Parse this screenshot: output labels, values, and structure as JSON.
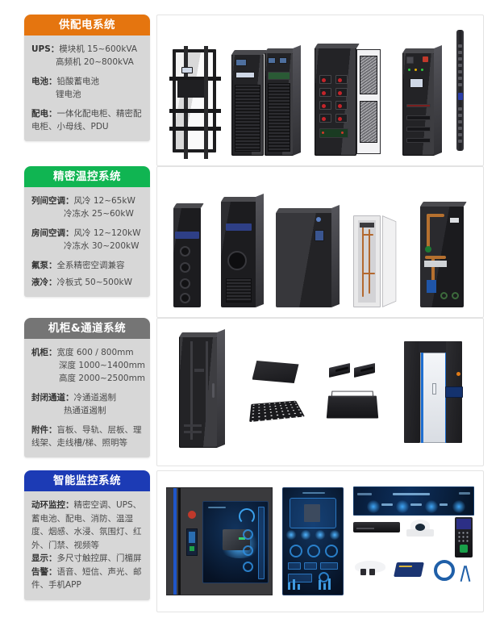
{
  "page": {
    "background": "#ffffff",
    "card_background": "#d7d7d7",
    "panel_background": "#ffffff",
    "panel_border": "#e3e3e3"
  },
  "sections": [
    {
      "id": "power-distribution",
      "title": "供配电系统",
      "header_color": "#E5750F",
      "specs": [
        {
          "label": "UPS：",
          "value": "模块机 15~600kVA"
        },
        {
          "label": "",
          "value": "高频机 20~800kVA"
        },
        {
          "label": "电池：",
          "value": "铅酸蓄电池"
        },
        {
          "label": "",
          "value": "锂电池"
        },
        {
          "label": "配电：",
          "value": "一体化配电柜、精密配电柜、小母线、PDU"
        }
      ],
      "images": [
        {
          "name": "open-rack-frame-image",
          "alt": "开放式机架"
        },
        {
          "name": "ups-cabinet-image",
          "alt": "UPS 模块机柜"
        },
        {
          "name": "battery-cabinet-image",
          "alt": "电池柜"
        },
        {
          "name": "power-distribution-cabinet-image",
          "alt": "一体化配电柜"
        },
        {
          "name": "pdu-strip-image",
          "alt": "PDU 电源分配单元"
        }
      ]
    },
    {
      "id": "precision-cooling",
      "title": "精密温控系统",
      "header_color": "#10B552",
      "specs": [
        {
          "label": "列间空调：",
          "value": "风冷 12~65kW"
        },
        {
          "label": "",
          "value": "冷冻水 25~60kW"
        },
        {
          "label": "房间空调：",
          "value": "风冷 12~120kW"
        },
        {
          "label": "",
          "value": "冷冻水 30~200kW"
        },
        {
          "label": "氟泵：",
          "value": "全系精密空调兼容"
        },
        {
          "label": "液冷：",
          "value": "冷板式 50~500kW"
        }
      ],
      "images": [
        {
          "name": "in-row-air-conditioner-image",
          "alt": "列间空调"
        },
        {
          "name": "in-row-air-conditioner-open-image",
          "alt": "列间空调内部"
        },
        {
          "name": "room-air-conditioner-image",
          "alt": "房间级精密空调"
        },
        {
          "name": "fluorine-pump-cabinet-image",
          "alt": "氟泵机柜"
        },
        {
          "name": "liquid-cooling-unit-image",
          "alt": "液冷机组"
        }
      ]
    },
    {
      "id": "rack-and-containment",
      "title": "机柜&通道系统",
      "header_color": "#757575",
      "specs": [
        {
          "label": "机柜：",
          "value": "宽度 600 / 800mm"
        },
        {
          "label": "",
          "value": "深度 1000~1400mm"
        },
        {
          "label": "",
          "value": "高度 2000~2500mm"
        },
        {
          "label": "封闭通道：",
          "value": "冷通道遏制"
        },
        {
          "label": "",
          "value": "热通道遏制"
        },
        {
          "label": "附件：",
          "value": "盲板、导轨、层板、理线架、走线槽/梯、照明等"
        }
      ],
      "images": [
        {
          "name": "server-rack-image",
          "alt": "服务器机柜"
        },
        {
          "name": "cable-tray-image",
          "alt": "走线槽"
        },
        {
          "name": "mounting-rail-image",
          "alt": "导轨"
        },
        {
          "name": "perforated-shelf-image",
          "alt": "冲孔层板"
        },
        {
          "name": "sliding-tray-image",
          "alt": "滑动托板"
        },
        {
          "name": "containment-door-image",
          "alt": "封闭通道门"
        }
      ]
    },
    {
      "id": "intelligent-monitoring",
      "title": "智能监控系统",
      "header_color": "#1C3BB5",
      "specs": [
        {
          "label": "动环监控：",
          "value": "精密空调、UPS、蓄电池、配电、消防、温湿度、烟感、水浸、氛围灯、红外、门禁、视频等"
        },
        {
          "label": "显示：",
          "value": "多尺寸触控屏、门楣屏"
        },
        {
          "label": "告警：",
          "value": "语音、短信、声光、邮件、手机APP"
        }
      ],
      "images": [
        {
          "name": "rack-touch-screen-image",
          "alt": "机柜触控屏"
        },
        {
          "name": "monitoring-dashboard-image",
          "alt": "动环监控大屏"
        },
        {
          "name": "data-center-banner-image",
          "alt": "智慧数据中心大屏"
        },
        {
          "name": "nvr-recorder-image",
          "alt": "网络硬盘录像机"
        },
        {
          "name": "dome-camera-image",
          "alt": "半球摄像机"
        },
        {
          "name": "access-control-terminal-image",
          "alt": "门禁一体机"
        },
        {
          "name": "smoke-detector-image",
          "alt": "烟感探测器"
        },
        {
          "name": "sensor-module-image",
          "alt": "传感器模块"
        },
        {
          "name": "network-cable-image",
          "alt": "网线"
        }
      ]
    }
  ]
}
